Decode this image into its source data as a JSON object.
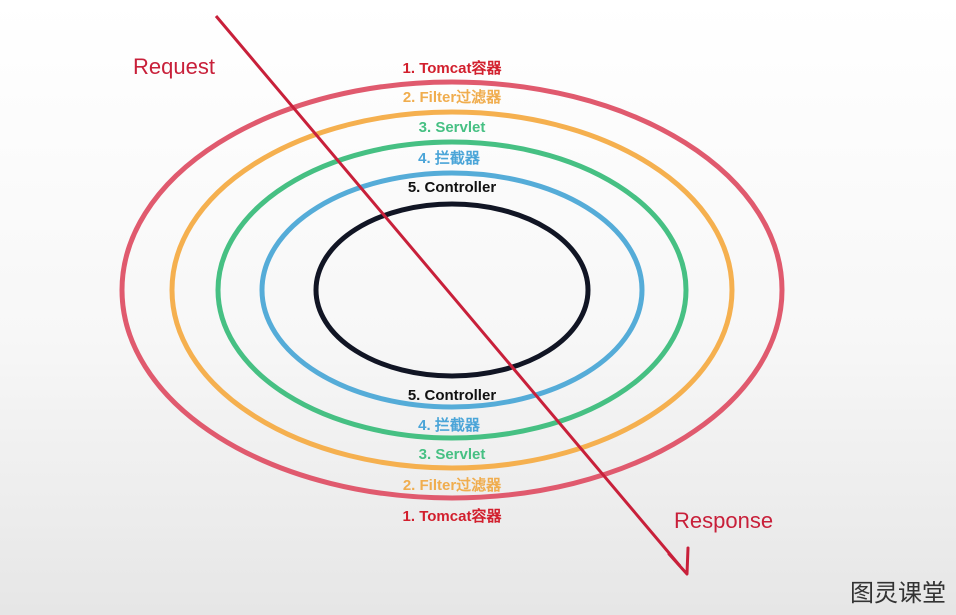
{
  "flow": {
    "request_label": "Request",
    "response_label": "Response"
  },
  "layers": [
    {
      "top_label": "1. Tomcat容器",
      "bottom_label": "1. Tomcat容器",
      "color": "#e05a6e"
    },
    {
      "top_label": "2. Filter过滤器",
      "bottom_label": "2. Filter过滤器",
      "color": "#f5b04f"
    },
    {
      "top_label": "3. Servlet",
      "bottom_label": "3. Servlet",
      "color": "#46c083"
    },
    {
      "top_label": "4. 拦截器",
      "bottom_label": "4. 拦截器",
      "color": "#55acd8"
    },
    {
      "top_label": "5. Controller",
      "bottom_label": "5. Controller",
      "color": "#111524"
    }
  ],
  "label_colors": [
    "#d21f2d",
    "#f0ad4e",
    "#46c083",
    "#4ba5d8",
    "#111111"
  ],
  "arrow_color": "#c8203a",
  "watermark": "图灵课堂"
}
